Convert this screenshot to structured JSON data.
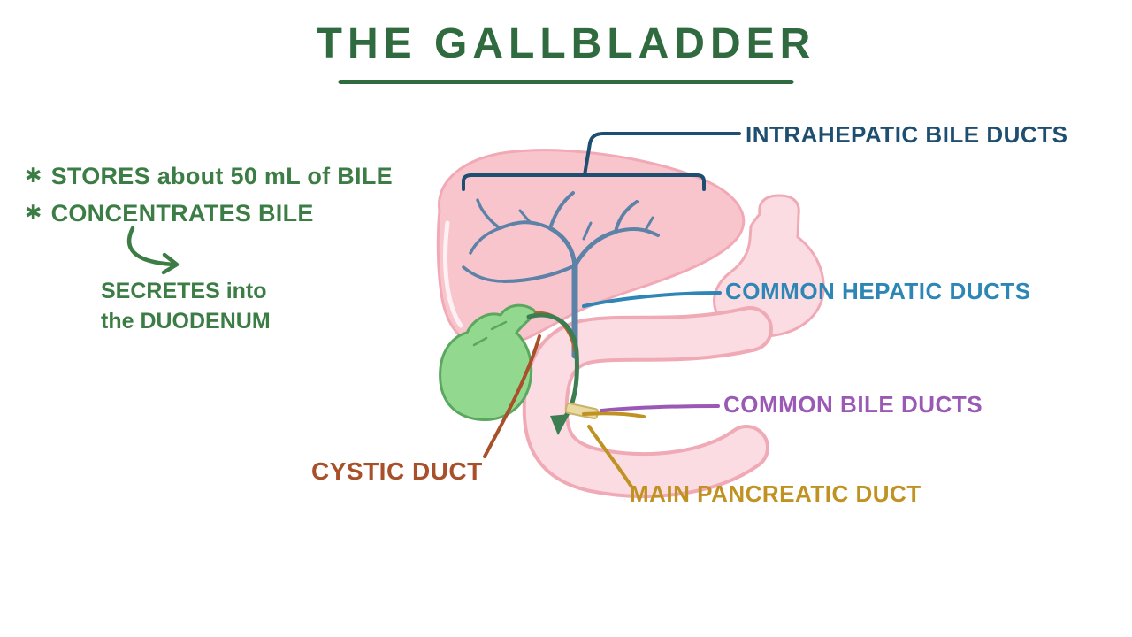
{
  "palette": {
    "background": "#ffffff",
    "title_green": "#2f6b3f",
    "note_green": "#3b7d44",
    "liver_pink": "#f9c5cd",
    "liver_outline": "#f2a9b6",
    "gi_pink": "#fbdce2",
    "gi_outline": "#f0aab6",
    "gallbladder_green": "#93d88f",
    "gallbladder_outline": "#5aa85f",
    "duct_blue": "#5d82a8",
    "bile_flow_green": "#3c7d52",
    "ampulla_beige": "#ead9a0"
  },
  "title": {
    "text": "THE GALLBLADDER"
  },
  "notes": {
    "bullet_symbol": "✱",
    "bullet1": "STORES about 50 mL of BILE",
    "bullet2": "CONCENTRATES BILE",
    "secretes_line1": "SECRETES into",
    "secretes_line2": "the DUODENUM"
  },
  "labels": {
    "intrahepatic": {
      "text": "INTRAHEPATIC BILE DUCTS",
      "color": "#1e4e70"
    },
    "common_hepatic": {
      "text": "COMMON HEPATIC DUCTS",
      "color": "#2d86b5"
    },
    "common_bile": {
      "text": "COMMON BILE DUCTS",
      "color": "#9b59b6"
    },
    "cystic": {
      "text": "CYSTIC DUCT",
      "color": "#a8502a"
    },
    "main_pancreatic": {
      "text": "MAIN PANCREATIC DUCT",
      "color": "#bf9222"
    }
  }
}
